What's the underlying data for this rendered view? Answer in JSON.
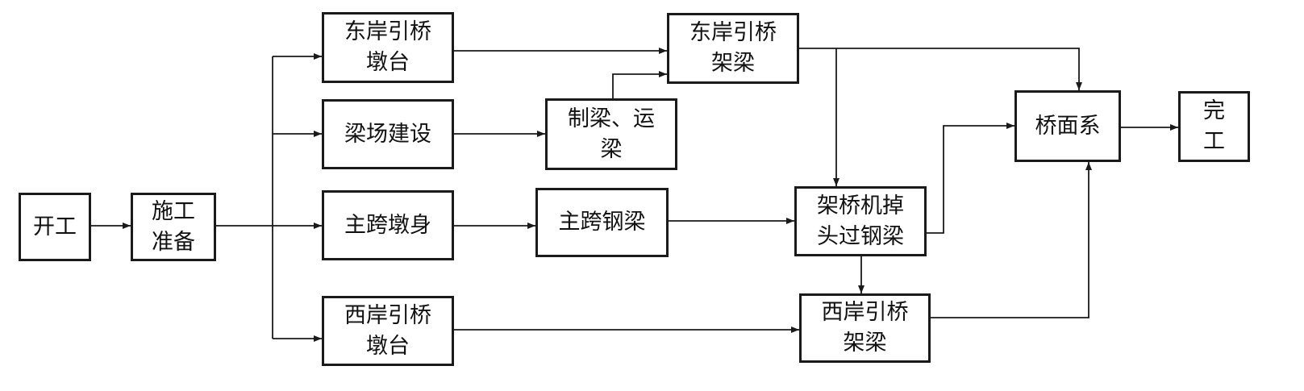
{
  "nodes": {
    "start": {
      "lines": [
        "开工"
      ]
    },
    "prep": {
      "lines": [
        "施工",
        "准备"
      ]
    },
    "east_pier": {
      "lines": [
        "东岸引桥",
        "墩台"
      ]
    },
    "yard": {
      "lines": [
        "梁场建设"
      ]
    },
    "main_pier": {
      "lines": [
        "主跨墩身"
      ]
    },
    "west_pier": {
      "lines": [
        "西岸引桥",
        "墩台"
      ]
    },
    "make_beam": {
      "lines": [
        "制梁、运",
        "梁"
      ]
    },
    "main_steel": {
      "lines": [
        "主跨钢梁"
      ]
    },
    "east_beam": {
      "lines": [
        "东岸引桥",
        "架梁"
      ]
    },
    "turn": {
      "lines": [
        "架桥机掉",
        "头过钢梁"
      ]
    },
    "west_beam": {
      "lines": [
        "西岸引桥",
        "架梁"
      ]
    },
    "deck": {
      "lines": [
        "桥面系"
      ]
    },
    "finish": {
      "lines": [
        "完",
        "工"
      ]
    }
  }
}
